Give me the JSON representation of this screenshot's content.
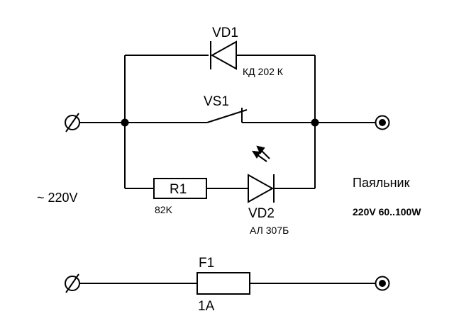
{
  "components": {
    "vd1": {
      "ref": "VD1",
      "type": "КД 202 К"
    },
    "vs1": {
      "ref": "VS1"
    },
    "r1": {
      "ref": "R1",
      "value": "82K"
    },
    "vd2": {
      "ref": "VD2",
      "type": "АЛ 307Б"
    },
    "f1": {
      "ref": "F1",
      "rating": "1A"
    }
  },
  "supply_label": "~ 220V",
  "load": {
    "name": "Паяльник",
    "rating": "220V 60..100W"
  }
}
